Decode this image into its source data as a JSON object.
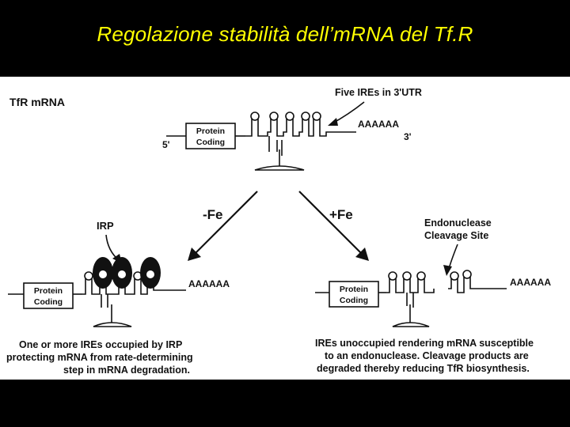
{
  "slide": {
    "title": "Regolazione stabilità dell’mRNA del Tf.R",
    "title_color": "#ffff00",
    "background": "#000000"
  },
  "figure": {
    "header": "TfR mRNA",
    "callout_ires": "Five IREs in 3'UTR",
    "five_prime": "5'",
    "three_prime": "3'",
    "protein_coding": [
      "Protein",
      "Coding"
    ],
    "poly_a": "AAAAAA",
    "minus_fe": "-Fe",
    "plus_fe": "+Fe",
    "irp": "IRP",
    "endonuclease": [
      "Endonuclease",
      "Cleavage Site"
    ],
    "left_caption": [
      "One or more IREs occupied by IRP",
      "protecting mRNA from rate-determining",
      "step in mRNA degradation."
    ],
    "right_caption": [
      "IREs unoccupied rendering mRNA susceptible",
      "to an endonuclease.  Cleavage products are",
      "degraded thereby reducing TfR biosynthesis."
    ]
  }
}
